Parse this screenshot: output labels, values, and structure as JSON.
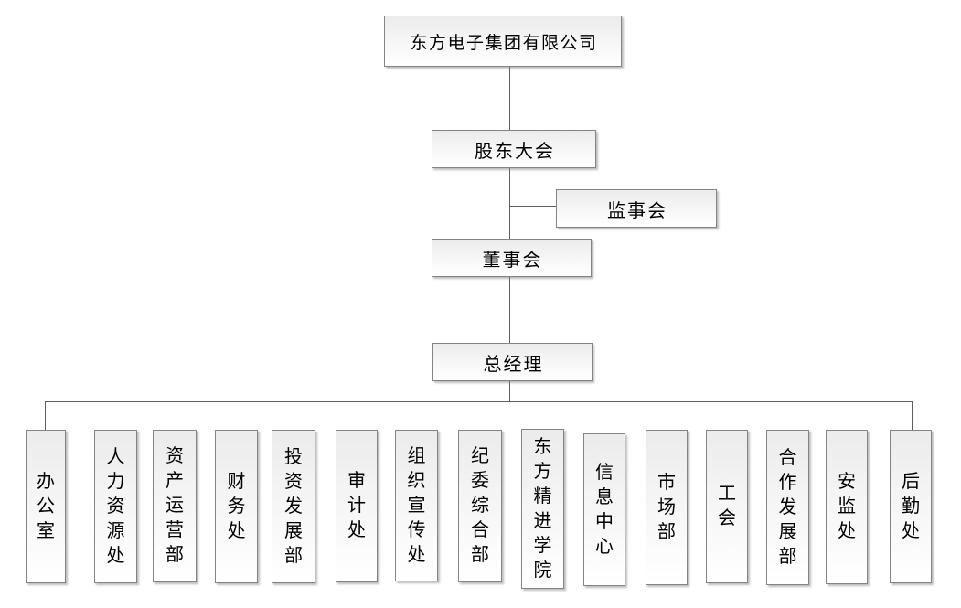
{
  "org_chart": {
    "title": "东方电子集团有限公司",
    "nodes": {
      "company": {
        "label": "东方电子集团有限公司"
      },
      "shareholders_meeting": {
        "label": "股东大会"
      },
      "supervisory_board": {
        "label": "监事会"
      },
      "board_of_directors": {
        "label": "董事会"
      },
      "general_manager": {
        "label": "总经理"
      }
    },
    "departments": [
      {
        "label": "办公室"
      },
      {
        "label": "人力资源处"
      },
      {
        "label": "资产运营部"
      },
      {
        "label": "财务处"
      },
      {
        "label": "投资发展部"
      },
      {
        "label": "审计处"
      },
      {
        "label": "组织宣传处"
      },
      {
        "label": "纪委综合部"
      },
      {
        "label": "东方精进学院"
      },
      {
        "label": "信息中心"
      },
      {
        "label": "市场部"
      },
      {
        "label": "工会"
      },
      {
        "label": "合作发展部"
      },
      {
        "label": "安监处"
      },
      {
        "label": "后勤处"
      }
    ],
    "hierarchy": {
      "chain": [
        "东方电子集团有限公司",
        "股东大会",
        "董事会",
        "总经理"
      ],
      "side_branch": {
        "attached_between": [
          "股东大会",
          "董事会"
        ],
        "label": "监事会"
      },
      "children_of_general_manager": [
        "办公室",
        "人力资源处",
        "资产运营部",
        "财务处",
        "投资发展部",
        "审计处",
        "组织宣传处",
        "纪委综合部",
        "东方精进学院",
        "信息中心",
        "市场部",
        "工会",
        "合作发展部",
        "安监处",
        "后勤处"
      ]
    },
    "colors": {
      "background": "#ffffff",
      "node_border": "#848484",
      "node_fill_top": "#ebebeb",
      "node_fill_bottom": "#ffffff",
      "connector": "#5f5f5f",
      "text": "#000000"
    }
  }
}
